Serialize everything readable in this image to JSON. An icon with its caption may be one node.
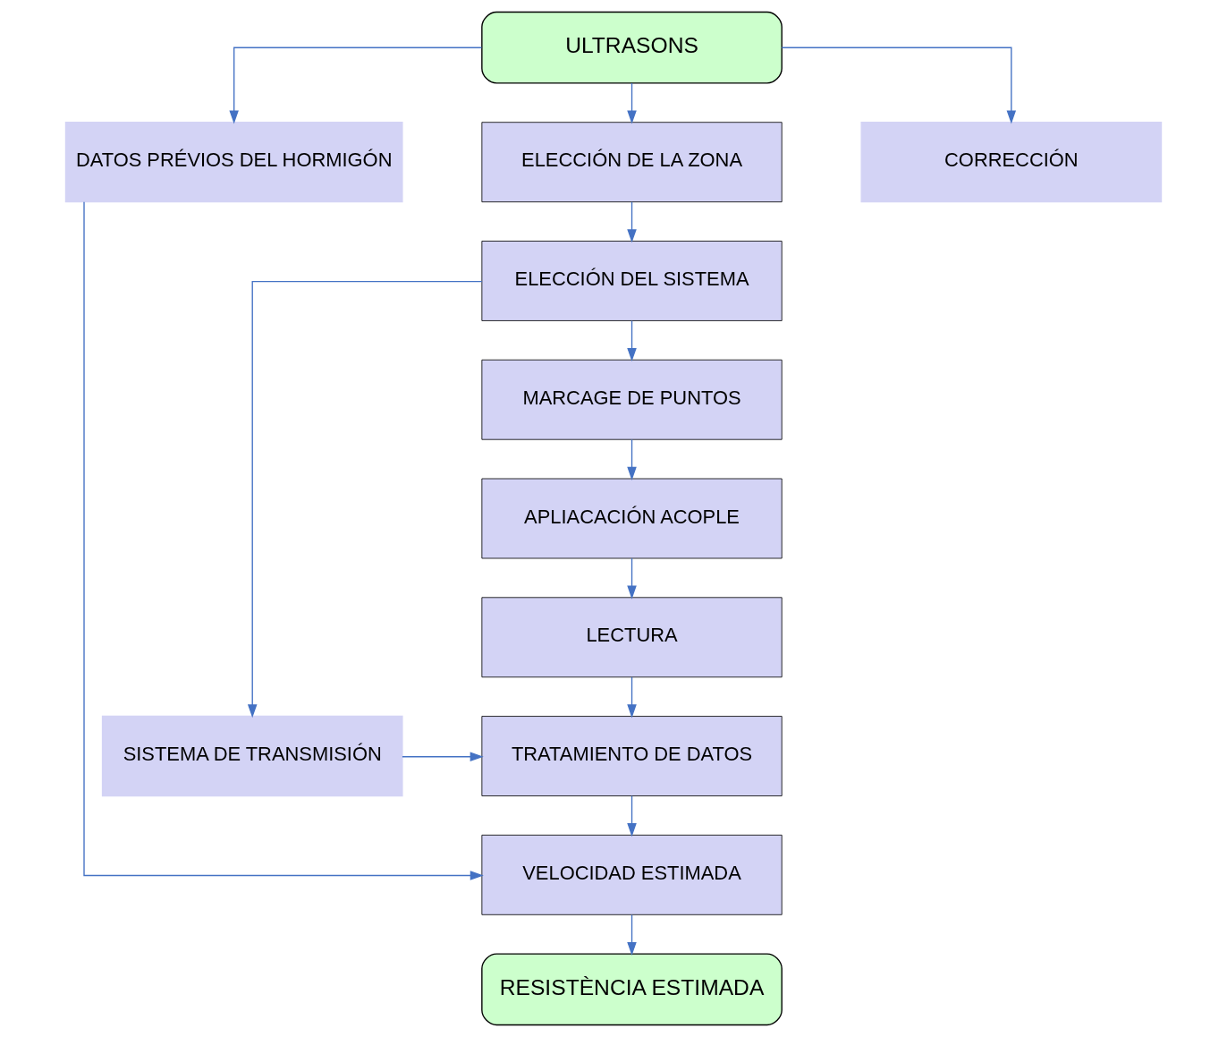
{
  "diagram": {
    "nodes": [
      {
        "text": [
          "ULTRASONS"
        ]
      },
      {
        "text": [
          "DATOS PRÉVIOS DEL HORMIGÓN"
        ]
      },
      {
        "text": [
          "ELECCIÓN DE LA ZONA"
        ]
      },
      {
        "text": [
          "CORRECCIÓN"
        ]
      },
      {
        "text": [
          "ELECCIÓN DEL SISTEMA"
        ]
      },
      {
        "text": [
          "MARCAGE DE PUNTOS"
        ]
      },
      {
        "text": [
          "APLIACACIÓN ACOPLE"
        ]
      },
      {
        "text": [
          "LECTURA"
        ]
      },
      {
        "text": [
          "TRATAMIENTO DE DATOS"
        ]
      },
      {
        "text": [
          "SISTEMA DE TRANSMISIÓN"
        ]
      },
      {
        "text": [
          "VELOCIDAD ESTIMADA"
        ]
      },
      {
        "text": [
          "RESISTÈNCIA ESTIMADA"
        ]
      }
    ],
    "edges": [
      {
        "from": 0,
        "to": 1,
        "arrow": "to"
      },
      {
        "from": 0,
        "to": 2,
        "arrow": "to"
      },
      {
        "from": 0,
        "to": 3,
        "arrow": "to"
      },
      {
        "from": 2,
        "to": 4,
        "arrow": "to"
      },
      {
        "from": 4,
        "to": 5,
        "arrow": "to"
      },
      {
        "from": 4,
        "to": 9,
        "arrow": "to"
      },
      {
        "from": 5,
        "to": 6,
        "arrow": "to"
      },
      {
        "from": 6,
        "to": 7,
        "arrow": "to"
      },
      {
        "from": 7,
        "to": 8,
        "arrow": "to"
      },
      {
        "from": 9,
        "to": 8,
        "arrow": "to"
      },
      {
        "from": 8,
        "to": 10,
        "arrow": "to"
      },
      {
        "from": 1,
        "to": 10,
        "arrow": "to"
      },
      {
        "from": 10,
        "to": 11,
        "arrow": "to"
      }
    ]
  }
}
